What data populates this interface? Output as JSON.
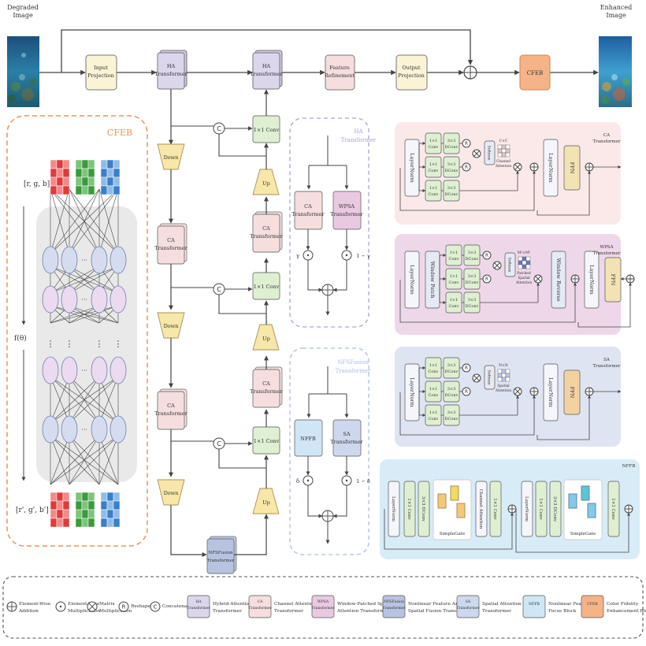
{
  "io": {
    "degraded": [
      "Degraded",
      "Image"
    ],
    "enhanced": [
      "Enhanced",
      "Image"
    ]
  },
  "main": {
    "input_projection": [
      "Input",
      "Projection"
    ],
    "ha_transformer": [
      "HA",
      "Transformer"
    ],
    "feature_refinement": [
      "Feature",
      "Refinement"
    ],
    "output_projection": [
      "Output",
      "Projection"
    ],
    "cfeb": "CFEB",
    "down": "Down",
    "up": "Up",
    "ca_transformer": [
      "CA",
      "Transformer"
    ],
    "conv1x1": "1×1 Conv",
    "nfsfusion": [
      "NFSFusion",
      "Transformer"
    ],
    "concat": "C"
  },
  "cfeb_panel": {
    "title": "CFEB",
    "in_label": "[r, g, b]",
    "f_label": "f(θ)",
    "out_label": "[r', g', b']",
    "dots": "···",
    "vdots": "⋮"
  },
  "ha_panel": {
    "title": [
      "HA",
      "Transformer"
    ],
    "ca": [
      "CA",
      "Transformer"
    ],
    "wpsa": [
      "WPSA",
      "Transformer"
    ],
    "gamma": "γ",
    "one_minus_gamma": "1 − γ"
  },
  "nfs_panel": {
    "title": [
      "NFSFusion",
      "Transformer"
    ],
    "nffb": "NFFB",
    "sa": [
      "SA",
      "Transformer"
    ],
    "delta": "δ",
    "one_minus_delta": "1 − δ"
  },
  "ca_detail": {
    "title": [
      "CA",
      "Transformer"
    ],
    "layernorm": "LayerNorm",
    "conv1": [
      "1×1",
      "Conv"
    ],
    "dconv": [
      "3×3",
      "DConv"
    ],
    "softmax": "Softmax",
    "ch_att": [
      "Channel",
      "Attention"
    ],
    "dim": "C×C",
    "ffn": "FFN"
  },
  "wpsa_detail": {
    "title": [
      "WPSA",
      "Transformer"
    ],
    "layernorm": "LayerNorm",
    "window_patch": "Window Patch",
    "window_reverse": "Window Reverse",
    "conv1": [
      "1×1",
      "Conv"
    ],
    "dconv": [
      "3×3",
      "DConv"
    ],
    "softmax": "Softmax",
    "att": [
      "Patched",
      "Spatial",
      "Attention"
    ],
    "dim": "M²×M²",
    "ffn": "FFN"
  },
  "sa_detail": {
    "title": [
      "SA",
      "Transformer"
    ],
    "layernorm": "LayerNorm",
    "conv1": [
      "1×1",
      "Conv"
    ],
    "dconv": [
      "3×3",
      "DConv"
    ],
    "softmax": "Softmax",
    "att": [
      "Spatial",
      "Attention"
    ],
    "dim": "N×N",
    "ffn": "FFN"
  },
  "nffb_detail": {
    "title": "NFFB",
    "layernorm": "LayerNorm",
    "conv1": "1×1 Conv",
    "dconv": "3×3 DConv",
    "simplegate": "SimpleGate",
    "ch_att": "Channel Attention",
    "conv1b": "1×1 Conv"
  },
  "legend": [
    {
      "sym": "⊕",
      "text": [
        "Element-Wise",
        "Addition"
      ]
    },
    {
      "sym": "·",
      "text": [
        "Element-Wise",
        "Multiplication"
      ]
    },
    {
      "sym": "⊗",
      "text": [
        "Matrix",
        "Multiplication"
      ]
    },
    {
      "sym": "R",
      "text": [
        "Reshape"
      ]
    },
    {
      "sym": "C",
      "text": [
        "Concatenation"
      ]
    },
    {
      "box": "HA Transformer",
      "color": "#dcd6ec",
      "text": [
        "Hybrid-Attention",
        "Transformer"
      ]
    },
    {
      "box": "CA Transformer",
      "color": "#f6dede",
      "text": [
        "Channel Attention",
        "Transformer"
      ]
    },
    {
      "box": "WPSA Transformer",
      "color": "#e9c9e2",
      "text": [
        "Window-Patched Spatial",
        "Attention Transformer"
      ]
    },
    {
      "box": "NFSFusion Transformer",
      "color": "#b7c3e0",
      "text": [
        "Nonlinear Feature And",
        "Spatial Fusion Transformer"
      ]
    },
    {
      "box": "SA Transformer",
      "color": "#cdd8ee",
      "text": [
        "Spatial Attention",
        "Transformer"
      ]
    },
    {
      "box": "NFFB",
      "color": "#cfe6f6",
      "text": [
        "Nonlinear Feature",
        "Focus Block"
      ]
    },
    {
      "box": "CFEB",
      "color": "#f4b487",
      "text": [
        "Color Fidelity",
        "Enhancement Block"
      ]
    }
  ],
  "colors": {
    "ha": "#dcd6ec",
    "ca": "#f6dede",
    "conv": "#dff0d2",
    "yellow": "#f7e7a8",
    "cream": "#faf3d6",
    "cfeb": "#f4b487",
    "nfs": "#b7c3e0",
    "nffb": "#cfe6f6"
  }
}
